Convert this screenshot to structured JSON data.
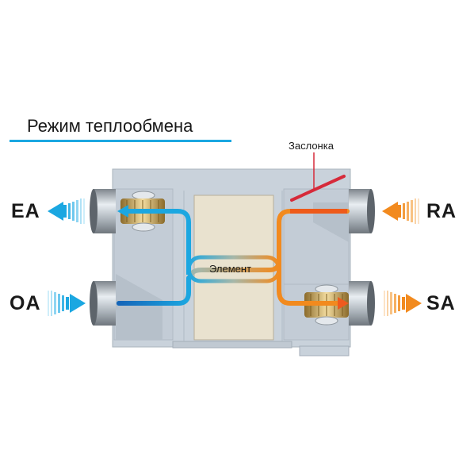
{
  "title": "Режим теплообмена",
  "damper_label": "Заслонка",
  "element_label": "Элемент",
  "ports": {
    "ea": "EA",
    "oa": "OA",
    "ra": "RA",
    "sa": "SA"
  },
  "colors": {
    "cold": "#1ba7e1",
    "warm": "#f28a1e",
    "damper": "#d62a3a",
    "housing": "#c9d2db"
  }
}
